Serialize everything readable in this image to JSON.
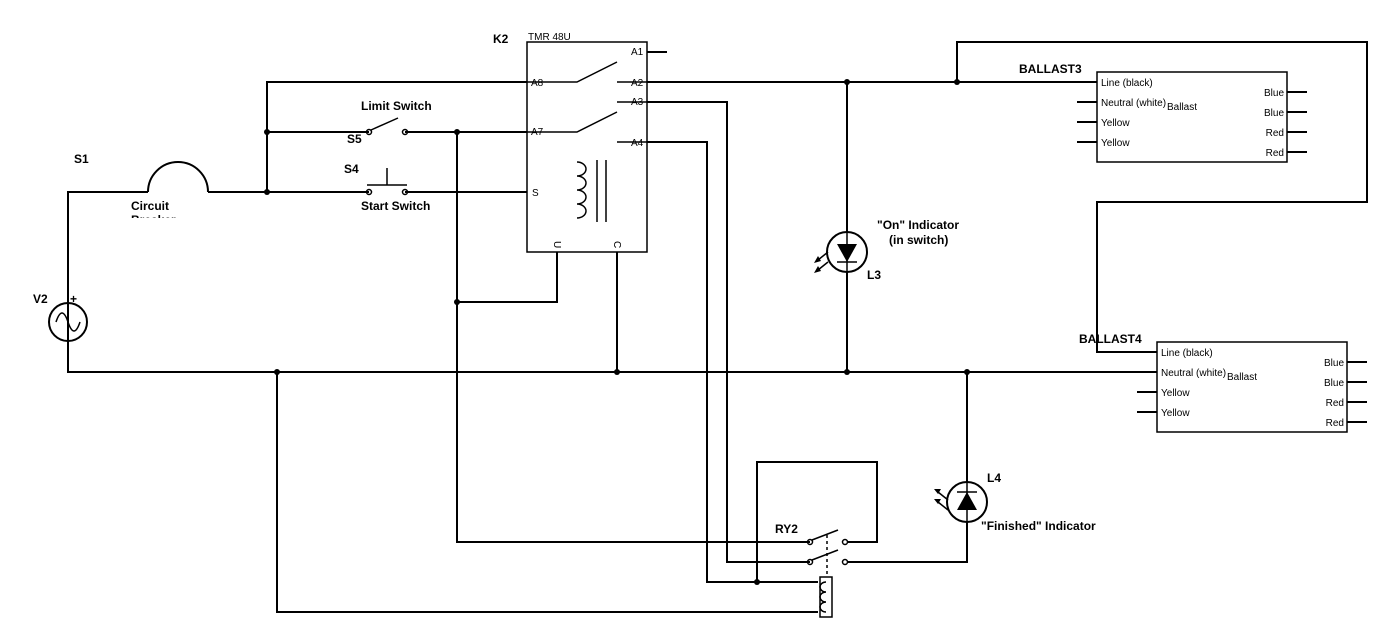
{
  "labels": {
    "s1": "S1",
    "breaker_1": "Circuit",
    "breaker_2": "Breaker",
    "v2": "V2",
    "plus": "+",
    "limit_switch": "Limit Switch",
    "s5": "S5",
    "s4": "S4",
    "start_switch": "Start Switch",
    "k2": "K2",
    "k2_model": "TMR 48U",
    "on_indicator_1": "\"On\" Indicator",
    "on_indicator_2": "(in switch)",
    "l3": "L3",
    "l4": "L4",
    "finished_indicator": "\"Finished\" Indicator",
    "ry2": "RY2",
    "ballast3": "BALLAST3",
    "ballast4": "BALLAST4"
  },
  "relay_pins": {
    "a1": "A1",
    "a2": "A2",
    "a3": "A3",
    "a4": "A4",
    "a8": "A8",
    "a7": "A7",
    "s": "S",
    "u": "U",
    "c": "C"
  },
  "ballast": {
    "center": "Ballast",
    "line": "Line (black)",
    "neutral": "Neutral (white)",
    "yellow1": "Yellow",
    "yellow2": "Yellow",
    "blue1": "Blue",
    "blue2": "Blue",
    "red1": "Red",
    "red2": "Red"
  }
}
